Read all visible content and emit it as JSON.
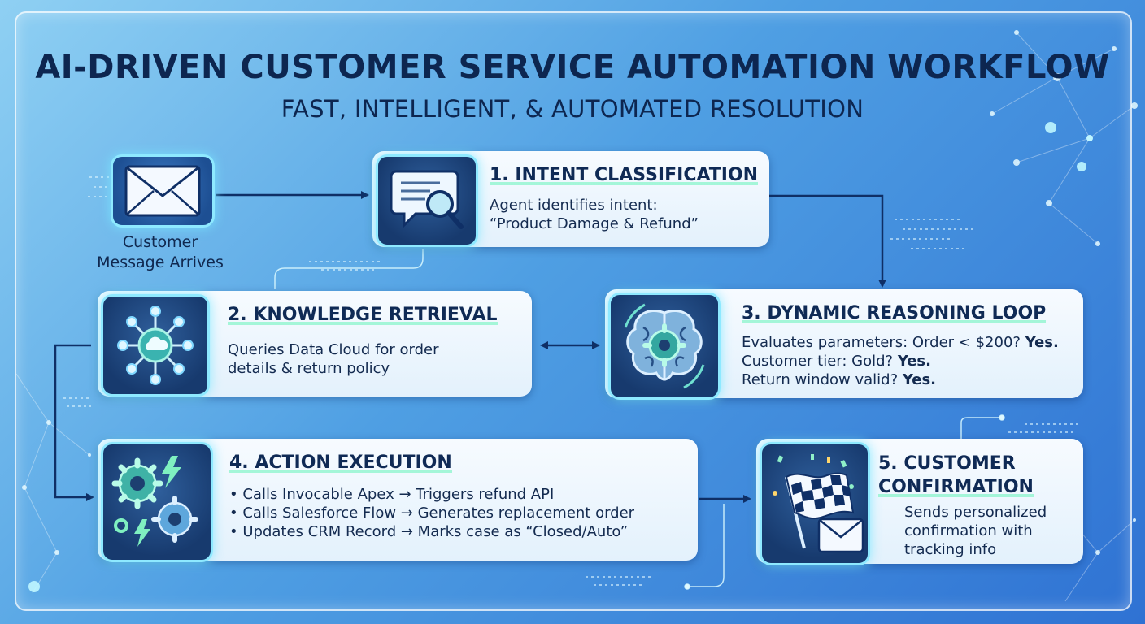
{
  "header": {
    "title": "AI-DRIVEN CUSTOMER SERVICE AUTOMATION WORKFLOW",
    "subtitle": "FAST, INTELLIGENT, & AUTOMATED RESOLUTION"
  },
  "start": {
    "label_line1": "Customer",
    "label_line2": "Message Arrives",
    "icon": "envelope-icon"
  },
  "steps": [
    {
      "title": "1. INTENT CLASSIFICATION",
      "lines": [
        "Agent identifies intent:",
        "“Product Damage & Refund”"
      ],
      "icon": "chat-search-icon"
    },
    {
      "title": "2. KNOWLEDGE RETRIEVAL",
      "lines": [
        "Queries Data Cloud for order",
        "details & return policy"
      ],
      "icon": "cloud-network-icon"
    },
    {
      "title": "3. DYNAMIC REASONING LOOP",
      "lines": [
        {
          "text": "Evaluates parameters: Order < $200? ",
          "bold": "Yes."
        },
        {
          "text": "Customer tier: Gold? ",
          "bold": "Yes."
        },
        {
          "text": "Return window valid? ",
          "bold": "Yes."
        }
      ],
      "icon": "brain-gear-icon"
    },
    {
      "title": "4. ACTION EXECUTION",
      "lines": [
        "• Calls Invocable Apex → Triggers refund API",
        "• Calls Salesforce Flow → Generates replacement order",
        "• Updates CRM Record → Marks case as “Closed/Auto”"
      ],
      "icon": "gears-lightning-icon"
    },
    {
      "title_line1": "5. CUSTOMER",
      "title_line2": "CONFIRMATION",
      "lines": [
        "Sends personalized",
        "confirmation with",
        "tracking info"
      ],
      "icon": "checkered-flag-icon"
    }
  ],
  "colors": {
    "title": "#0d2650",
    "card": "#eef6fd",
    "icon_tile": "#1f4a85",
    "icon_glow": "#8ee9ff",
    "connector": "#0f2f66",
    "highlight": "#96f5d2"
  }
}
